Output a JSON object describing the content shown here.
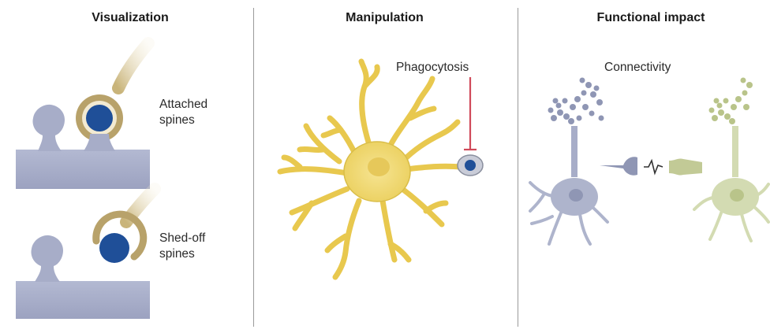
{
  "panels": [
    {
      "title": "Visualization"
    },
    {
      "title": "Manipulation"
    },
    {
      "title": "Functional impact"
    }
  ],
  "visualization": {
    "attached_line1": "Attached",
    "attached_line2": "spines",
    "shed_line1": "Shed-off",
    "shed_line2": "spines"
  },
  "manipulation": {
    "phagocytosis": "Phagocytosis"
  },
  "functional": {
    "connectivity": "Connectivity"
  },
  "colors": {
    "dendrite": "#a7adc8",
    "spine": "#a7adc8",
    "spine_core": "#1f4f98",
    "engulfing_ring": "#b8a26a",
    "microglia": "#f2d86c",
    "microglia_outline": "#d4b43a",
    "inhibition": "#d04a5a",
    "neuron_left": "#aeb4cc",
    "neuron_right": "#d3dbb2"
  }
}
